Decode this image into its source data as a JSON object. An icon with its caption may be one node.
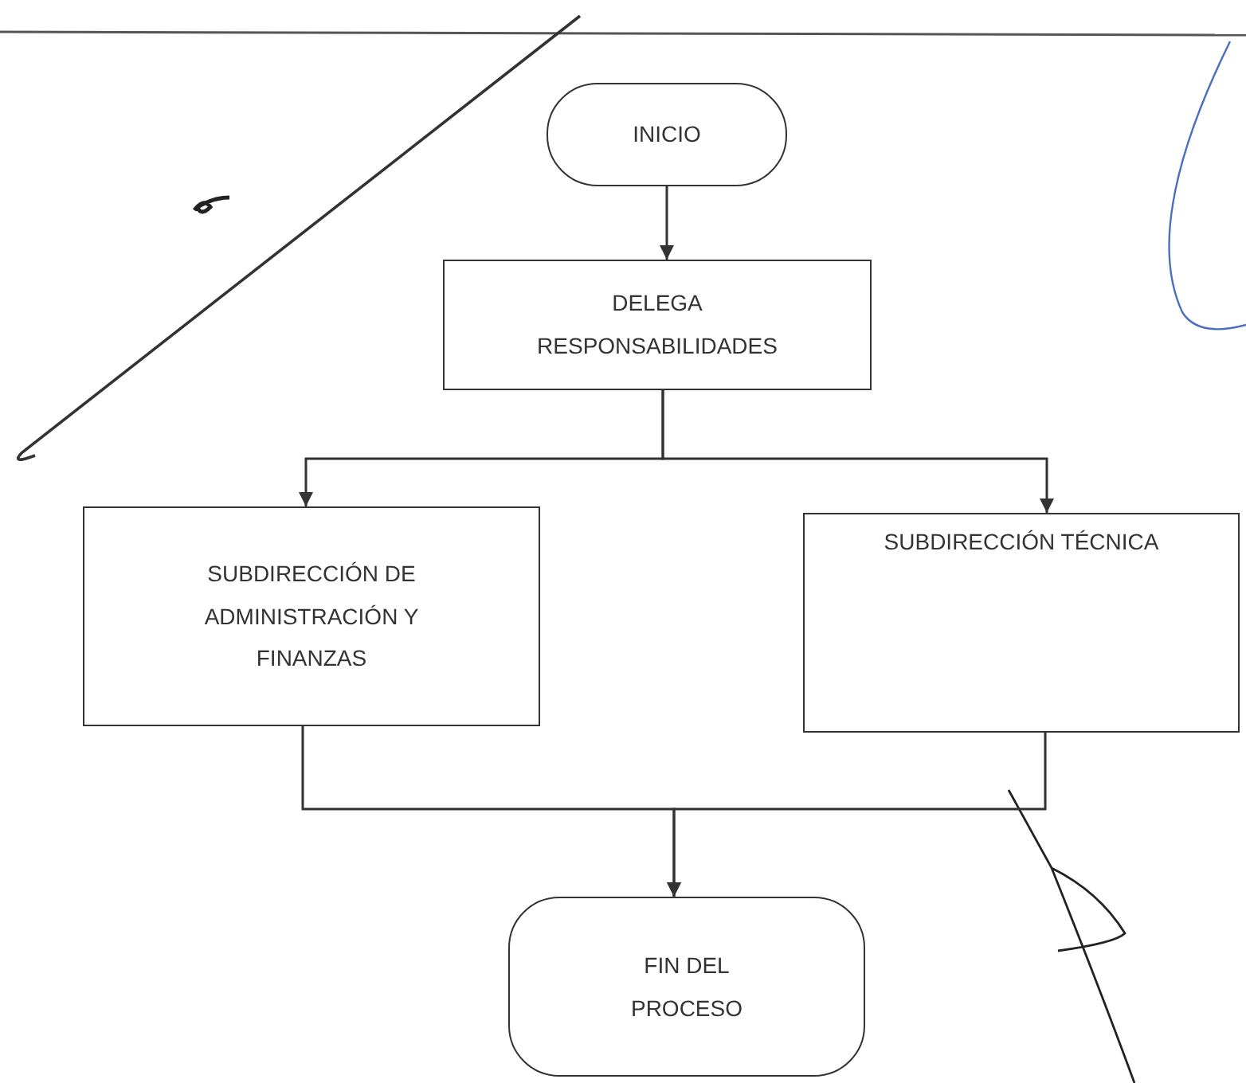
{
  "diagram": {
    "nodes": [
      {
        "text": [
          "INICIO"
        ]
      },
      {
        "text": [
          "DELEGA RESPONSABILIDADES"
        ]
      },
      {
        "text": [
          "SUBDIRECCIÓN DE ADMINISTRACIÓN Y FINANZAS"
        ]
      },
      {
        "text": [
          "SUBDIRECCIÓN TÉCNICA"
        ]
      },
      {
        "text": [
          "FIN DEL PROCESO"
        ]
      }
    ],
    "edges": [
      {
        "from": 0,
        "to": 1,
        "arrow": "to"
      },
      {
        "from": 1,
        "to": 2,
        "arrow": "to"
      },
      {
        "from": 1,
        "to": 3,
        "arrow": "to"
      },
      {
        "from": 2,
        "to": 4,
        "arrow": "to"
      },
      {
        "from": 3,
        "to": 4,
        "arrow": "to"
      }
    ]
  }
}
